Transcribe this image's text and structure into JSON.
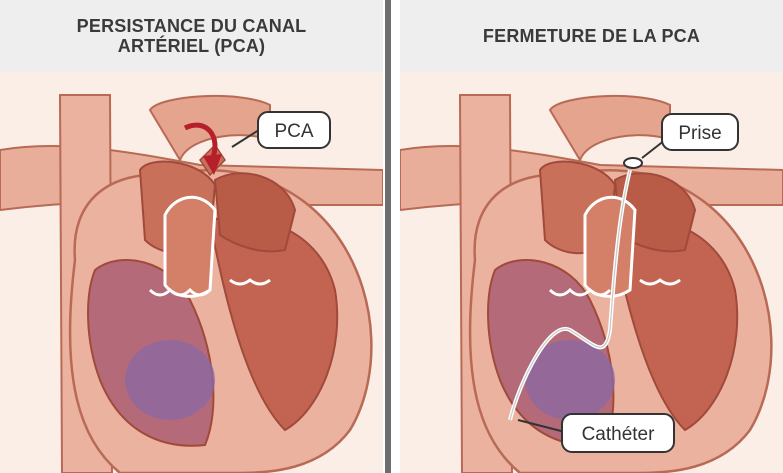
{
  "left_panel": {
    "title": "PERSISTANCE DU CANAL\nARTÉRIEL (PCA)",
    "callout": "PCA"
  },
  "right_panel": {
    "title": "FERMETURE DE LA PCA",
    "callout_top": "Prise",
    "callout_bottom": "Cathéter"
  },
  "colors": {
    "tissue_light": "#eab29f",
    "tissue_mid": "#c8705a",
    "tissue_dark": "#a14a3a",
    "ventricle_purple": "#8a6aa6",
    "valve_line": "#ffffff",
    "arrow": "#b5202a",
    "header_bg": "#eeeeee",
    "divider": "#6e6e6e"
  }
}
